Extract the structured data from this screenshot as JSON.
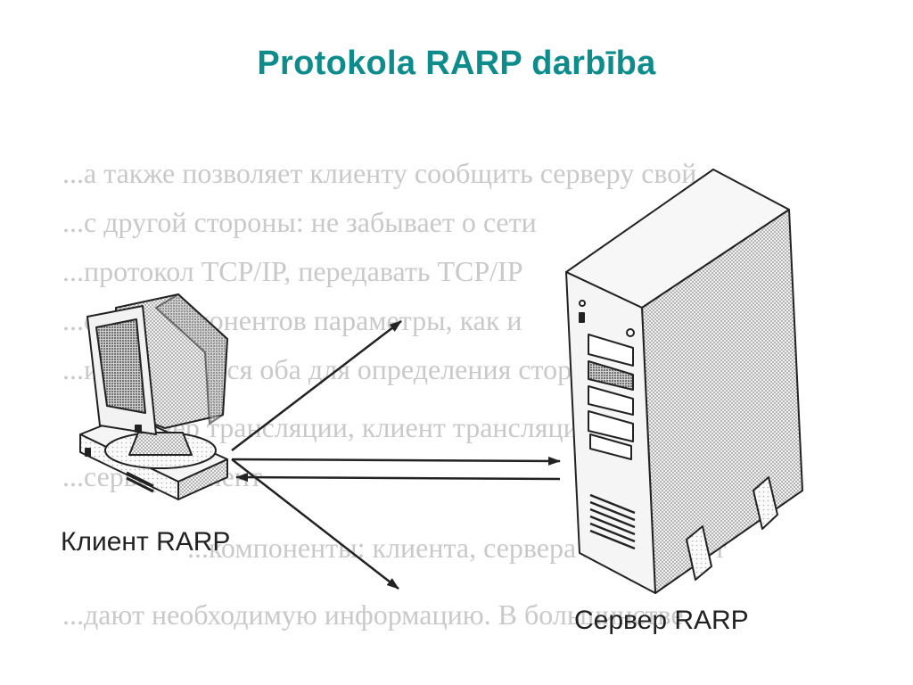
{
  "slide": {
    "title": "Protokola RARP darbība"
  },
  "diagram": {
    "client_label": "Клиент RARP",
    "server_label": "Сервер RARP"
  },
  "background_text": {
    "lines": [
      "...а также позволяет клиенту сообщить серверу свой",
      "...с другой стороны: не забывает о сети",
      "...протокол TCP/IP, передавать TCP/IP",
      "...стек, компонентов параметры, как и",
      "...используются оба для определения стороны",
      "...сервер трансляции, клиент трансляции",
      "...сервер, клиент",
      "...компоненты: клиента, сервера и промежут",
      "...дают необходимую информацию. В большинстве"
    ]
  },
  "colors": {
    "title": "#0e8c8c",
    "ink": "#222222",
    "ghost_text": "#c9c9c9"
  }
}
